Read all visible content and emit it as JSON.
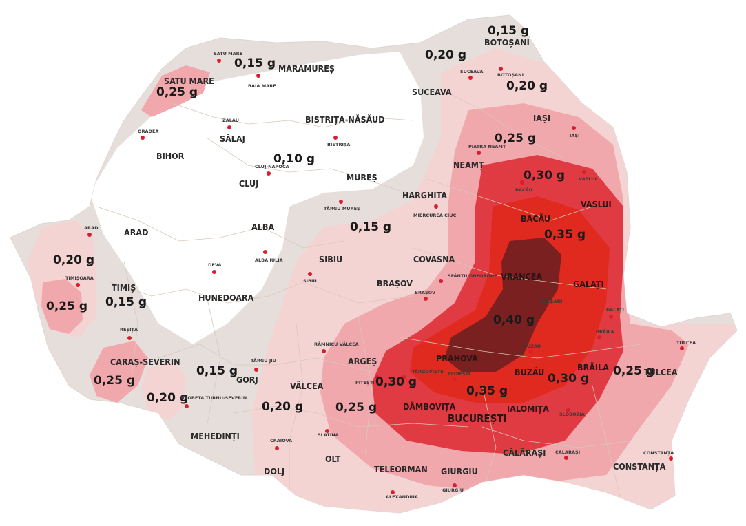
{
  "legend": {
    "zones": [
      {
        "label": "0,10 g",
        "value_g": 0.1,
        "color": "#ffffff"
      },
      {
        "label": "0,15 g",
        "value_g": 0.15,
        "color": "#e6dedb"
      },
      {
        "label": "0,20 g",
        "value_g": 0.2,
        "color": "#f4d3d3"
      },
      {
        "label": "0,25 g",
        "value_g": 0.25,
        "color": "#f0a8ad"
      },
      {
        "label": "0,30 g",
        "value_g": 0.3,
        "color": "#e03a43"
      },
      {
        "label": "0,35 g",
        "value_g": 0.35,
        "color": "#e12a1f"
      },
      {
        "label": "0,40 g",
        "value_g": 0.4,
        "color": "#7a2020"
      }
    ]
  },
  "zone_labels": [
    "0,15 g",
    "0,15 g",
    "0,20 g",
    "0,20 g",
    "0,25 g",
    "0,10 g",
    "0,25 g",
    "0,30 g",
    "0,35 g",
    "0,15 g",
    "0,20 g",
    "0,25 g",
    "0,15 g",
    "0,40 g",
    "0,25 g",
    "0,15 g",
    "0,20 g",
    "0,30 g",
    "0,35 g",
    "0,30 g",
    "0,25 g",
    "0,20 g",
    "0,25 g"
  ],
  "counties": [
    "BOTOȘANI",
    "MARAMUREȘ",
    "SATU MARE",
    "SUCEAVA",
    "IAȘI",
    "BISTRIȚA-NĂSĂUD",
    "SĂLAJ",
    "BIHOR",
    "NEAMȚ",
    "CLUJ",
    "MUREȘ",
    "HARGHITA",
    "VASLUI",
    "BACĂU",
    "ARAD",
    "ALBA",
    "SIBIU",
    "COVASNA",
    "TIMIȘ",
    "BRAȘOV",
    "VRANCEA",
    "GALAȚI",
    "HUNEDOARA",
    "CARAȘ-SEVERIN",
    "ARGEȘ",
    "PRAHOVA",
    "BUZĂU",
    "BRĂILA",
    "TULCEA",
    "GORJ",
    "VÂLCEA",
    "DÂMBOVIȚA",
    "IALOMIȚA",
    "BUCUREȘTI",
    "MEHEDINȚI",
    "CĂLĂRAȘI",
    "DOLJ",
    "OLT",
    "TELEORMAN",
    "GIURGIU",
    "CONSTANȚA"
  ],
  "cities": [
    "SATU MARE",
    "BAIA MARE",
    "SUCEAVA",
    "BOTOȘANI",
    "IAȘI",
    "ORADEA",
    "ZALĂU",
    "BISTRIȚA",
    "PIATRA NEAMȚ",
    "CLUJ-NAPOCA",
    "TÂRGU MUREȘ",
    "BACĂU",
    "VASLUI",
    "MIERCUREA CIUC",
    "ARAD",
    "ALBA IULIA",
    "DEVA",
    "SIBIU",
    "SFÂNTU GHEORGHE",
    "TIMIȘOARA",
    "BRAȘOV",
    "FOCȘANI",
    "GALAȚI",
    "REȘIȚA",
    "BRĂILA",
    "TULCEA",
    "RÂMNICU VÂLCEA",
    "TÂRGU JIU",
    "TÂRGOVIȘTE",
    "PLOIEȘTI",
    "BUZĂU",
    "PITEȘTI",
    "DROBETA TURNU-SEVERIN",
    "SLOBOZIA",
    "CRAIOVA",
    "SLATINA",
    "CĂLĂRAȘI",
    "CONSTANȚA",
    "ALEXANDRIA",
    "GIURGIU"
  ]
}
